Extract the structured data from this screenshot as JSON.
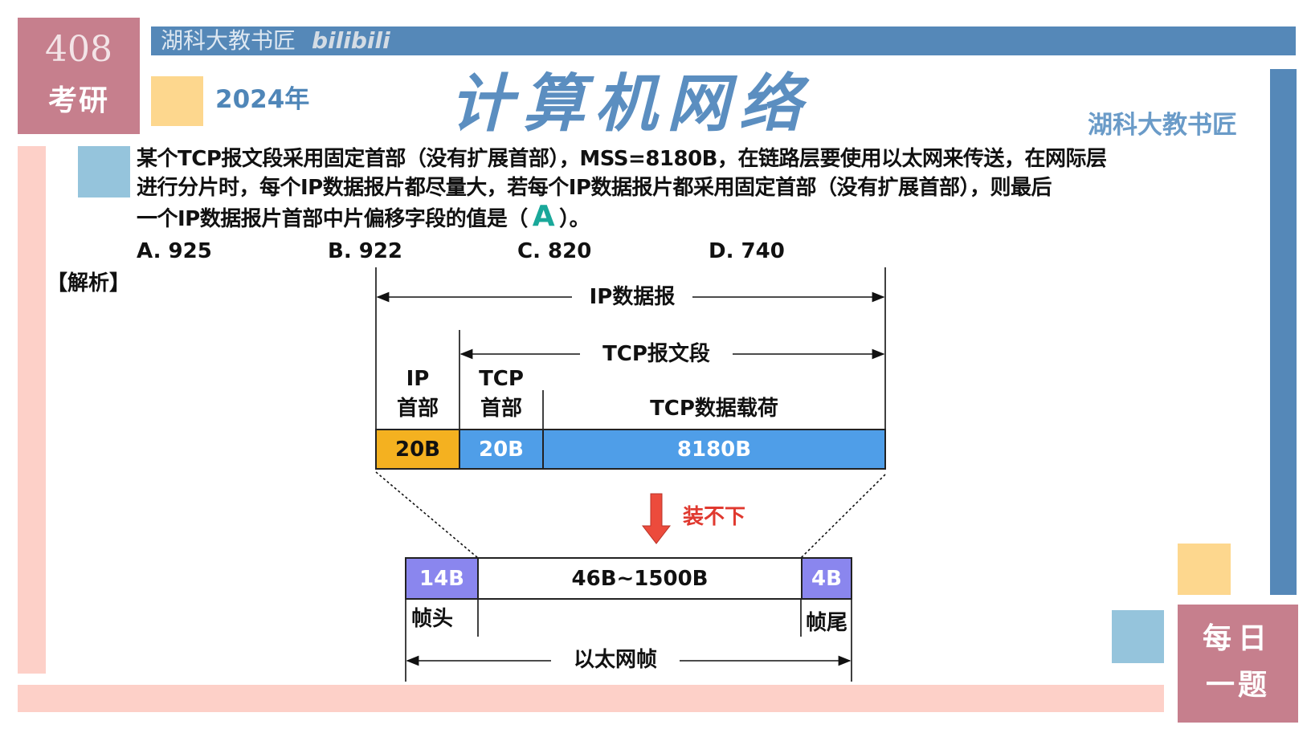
{
  "header": {
    "badge_number": "408",
    "badge_text": "考研",
    "watermark": "湖科大教书匠",
    "watermark_logo": "bilibili",
    "year": "2024年",
    "title": "计算机网络",
    "author": "湖科大教书匠"
  },
  "question": {
    "lines": [
      "某个TCP报文段采用固定首部（没有扩展首部），MSS=8180B，在链路层要使用以太网来传送，在网际层",
      "进行分片时，每个IP数据报片都尽量大，若每个IP数据报片都采用固定首部（没有扩展首部），则最后",
      "一个IP数据报片首部中片偏移字段的值是（"
    ],
    "answer": "A",
    "line3_end": "）。",
    "options": [
      "A. 925",
      "B. 922",
      "C. 820",
      "D. 740"
    ]
  },
  "analysis_label": "【解析】",
  "diagram": {
    "ip_datagram": "IP数据报",
    "tcp_segment": "TCP报文段",
    "ip_header_1": "IP",
    "ip_header_2": "首部",
    "tcp_header_1": "TCP",
    "tcp_header_2": "首部",
    "tcp_payload": "TCP数据载荷",
    "ip_header_size": "20B",
    "tcp_header_size": "20B",
    "payload_size": "8180B",
    "doesnt_fit": "装不下",
    "frame_header_size": "14B",
    "frame_data_size": "46B~1500B",
    "frame_trailer_size": "4B",
    "frame_header": "帧头",
    "frame_trailer": "帧尾",
    "ethernet_frame": "以太网帧"
  },
  "footer": {
    "daily_1": "每日",
    "daily_2": "一题"
  },
  "colors": {
    "pink": "#c67f8d",
    "blue": "#5588b8",
    "yellow": "#fdd78e",
    "light_blue": "#95c4dc",
    "light_pink": "#fdd0c8",
    "orange": "#f4b120",
    "cell_blue": "#4f9ee8",
    "purple": "#8a86ee",
    "answer_green": "#1aa89a",
    "red": "#e8453c"
  }
}
